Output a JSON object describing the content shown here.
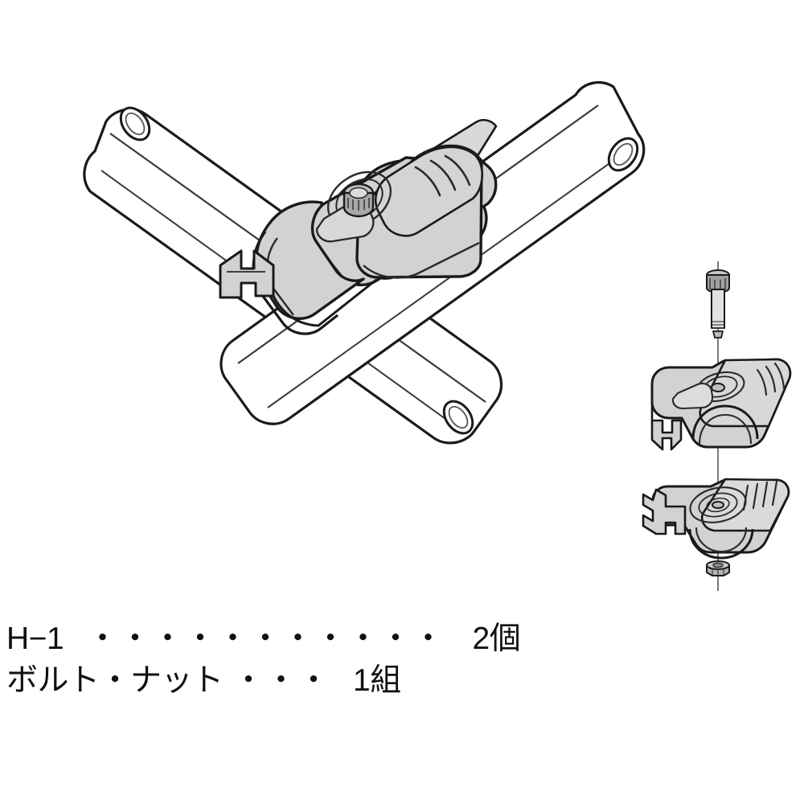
{
  "figure": {
    "title": "H-1 pipe clamp assembly",
    "description": "Isometric technical illustration of an H-1 two-piece pipe clamp joining a horizontal pipe and a diagonal pipe, shown assembled at left and exploded at right.",
    "colors": {
      "outline": "#1a1a1a",
      "clamp_fill": "#d2d2d2",
      "clamp_fill_light": "#dedede",
      "clamp_fill_dark": "#bdbdbd",
      "pipe_fill": "#ffffff",
      "hardware_fill": "#9a9a9a",
      "axis_line": "#6e6e6e",
      "background": "#ffffff"
    },
    "assembly": {
      "label": "assembled-view",
      "parts": [
        {
          "name": "upper-pipe",
          "note": "diagonal pipe running upper-right to lower-left"
        },
        {
          "name": "lower-pipe",
          "note": "diagonal pipe running upper-left to lower-right"
        },
        {
          "name": "clamp-body",
          "note": "two-piece saddle clamp at the crossing point"
        },
        {
          "name": "clamp-bolt-head",
          "note": "knurled bolt head on top of clamp"
        }
      ]
    },
    "exploded": {
      "label": "exploded-view",
      "parts": [
        {
          "name": "bolt",
          "label": "bolt"
        },
        {
          "name": "upper-clamp-half",
          "label": "upper half"
        },
        {
          "name": "lower-clamp-half",
          "label": "lower half"
        },
        {
          "name": "nut",
          "label": "nut"
        },
        {
          "name": "assembly-axis",
          "label": "center axis line"
        }
      ]
    }
  },
  "parts_list": {
    "rows": [
      {
        "name": "H−1",
        "dots": "・・・・・・・・・・・",
        "qty": "2個"
      },
      {
        "name": "ボルト・ナット",
        "dots": "・・・",
        "qty": "1組"
      }
    ]
  }
}
